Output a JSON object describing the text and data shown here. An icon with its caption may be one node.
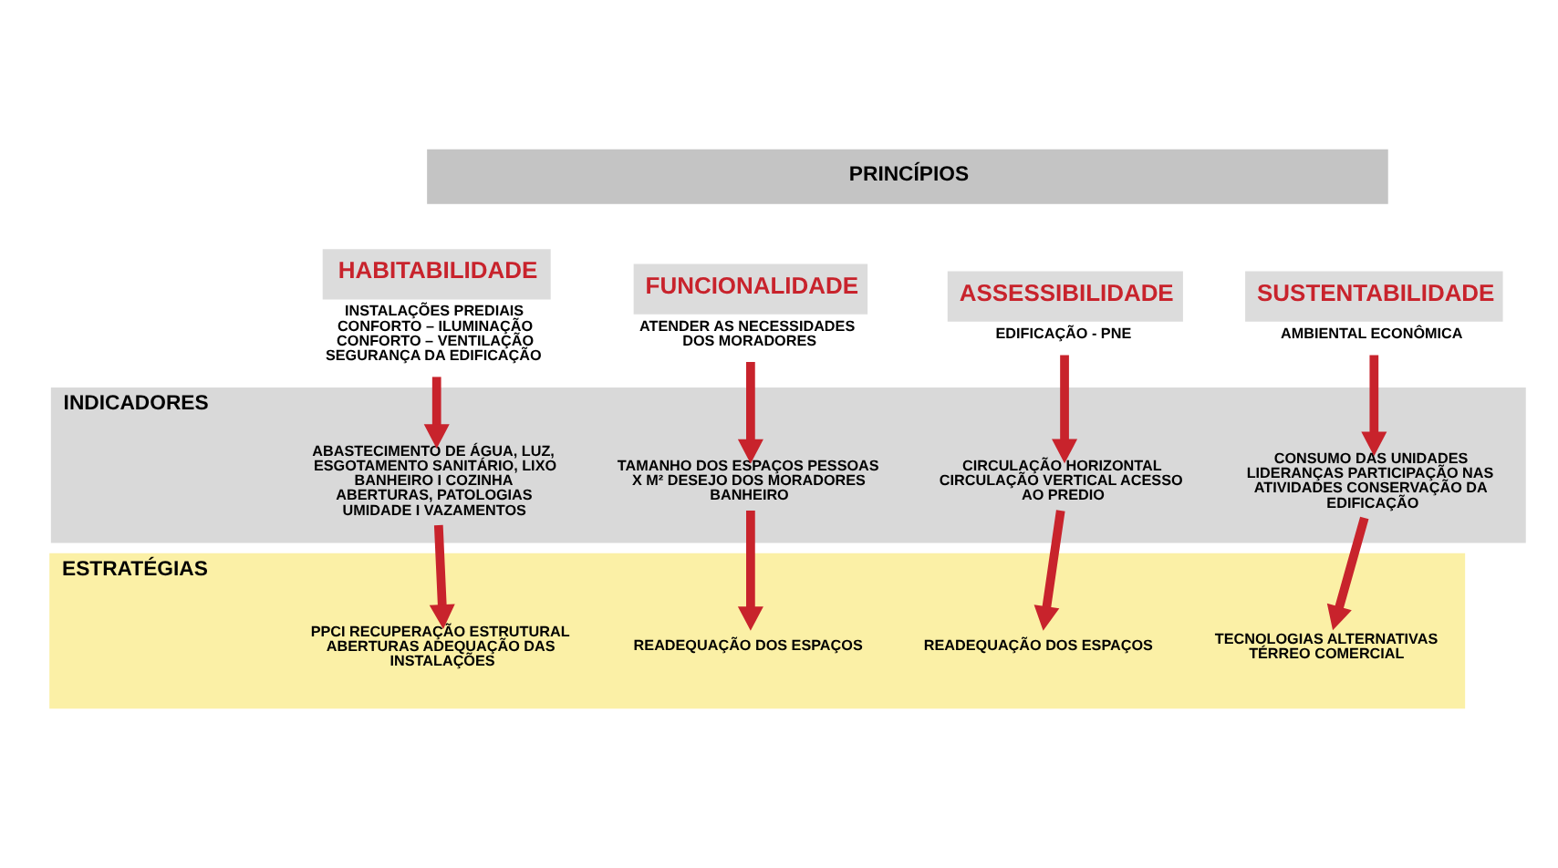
{
  "diagram": {
    "nodes": [
      {
        "text": [
          "PRINCÍPIOS"
        ]
      },
      {
        "text": [
          "HABITABILIDADE",
          "INSTALAÇÕES PREDIAIS CONFORTO – ILUMINAÇÃO CONFORTO – VENTILAÇÃO SEGURANÇA DA EDIFICAÇÃO"
        ]
      },
      {
        "text": [
          "FUNCIONALIDADE",
          "ATENDER AS NECESSIDADES DOS MORADORES"
        ]
      },
      {
        "text": [
          "ASSESSIBILIDADE",
          "EDIFICAÇÃO - PNE"
        ]
      },
      {
        "text": [
          "SUSTENTABILIDADE",
          "AMBIENTAL ECONÔMICA"
        ]
      },
      {
        "text": [
          "INDICADORES"
        ]
      },
      {
        "text": [
          "ABASTECIMENTO DE ÁGUA, LUZ, ESGOTAMENTO SANITÁRIO, LIXO BANHEIRO I COZINHA ABERTURAS, PATOLOGIAS UMIDADE I VAZAMENTOS"
        ],
        "in": 5
      },
      {
        "text": [
          "TAMANHO DOS ESPAÇOS PESSOAS X M² DESEJO DOS MORADORES BANHEIRO"
        ],
        "in": 5
      },
      {
        "text": [
          "CIRCULAÇÃO HORIZONTAL CIRCULAÇÃO VERTICAL ACESSO AO PREDIO"
        ],
        "in": 5
      },
      {
        "text": [
          "CONSUMO DAS UNIDADES LIDERANÇAS PARTICIPAÇÃO NAS ATIVIDADES CONSERVAÇÃO DA EDIFICAÇÃO"
        ],
        "in": 5
      },
      {
        "text": [
          "ESTRATÉGIAS"
        ]
      },
      {
        "text": [
          "PPCI RECUPERAÇÃO ESTRUTURAL ABERTURAS ADEQUAÇÃO DAS INSTALAÇÕES"
        ],
        "in": 10
      },
      {
        "text": [
          "READEQUAÇÃO DOS ESPAÇOS"
        ],
        "in": 10
      },
      {
        "text": [
          "READEQUAÇÃO DOS ESPAÇOS"
        ],
        "in": 10
      },
      {
        "text": [
          "TECNOLOGIAS ALTERNATIVAS TÉRREO COMERCIAL"
        ],
        "in": 10
      }
    ],
    "edges": [
      {
        "from": 1,
        "to": 6,
        "arrow": "to"
      },
      {
        "from": 2,
        "to": 7,
        "arrow": "to"
      },
      {
        "from": 3,
        "to": 8,
        "arrow": "to"
      },
      {
        "from": 4,
        "to": 9,
        "arrow": "to"
      },
      {
        "from": 6,
        "to": 11,
        "arrow": "to"
      },
      {
        "from": 7,
        "to": 12,
        "arrow": "to"
      },
      {
        "from": 8,
        "to": 13,
        "arrow": "to"
      },
      {
        "from": 9,
        "to": 14,
        "arrow": "to"
      }
    ]
  }
}
